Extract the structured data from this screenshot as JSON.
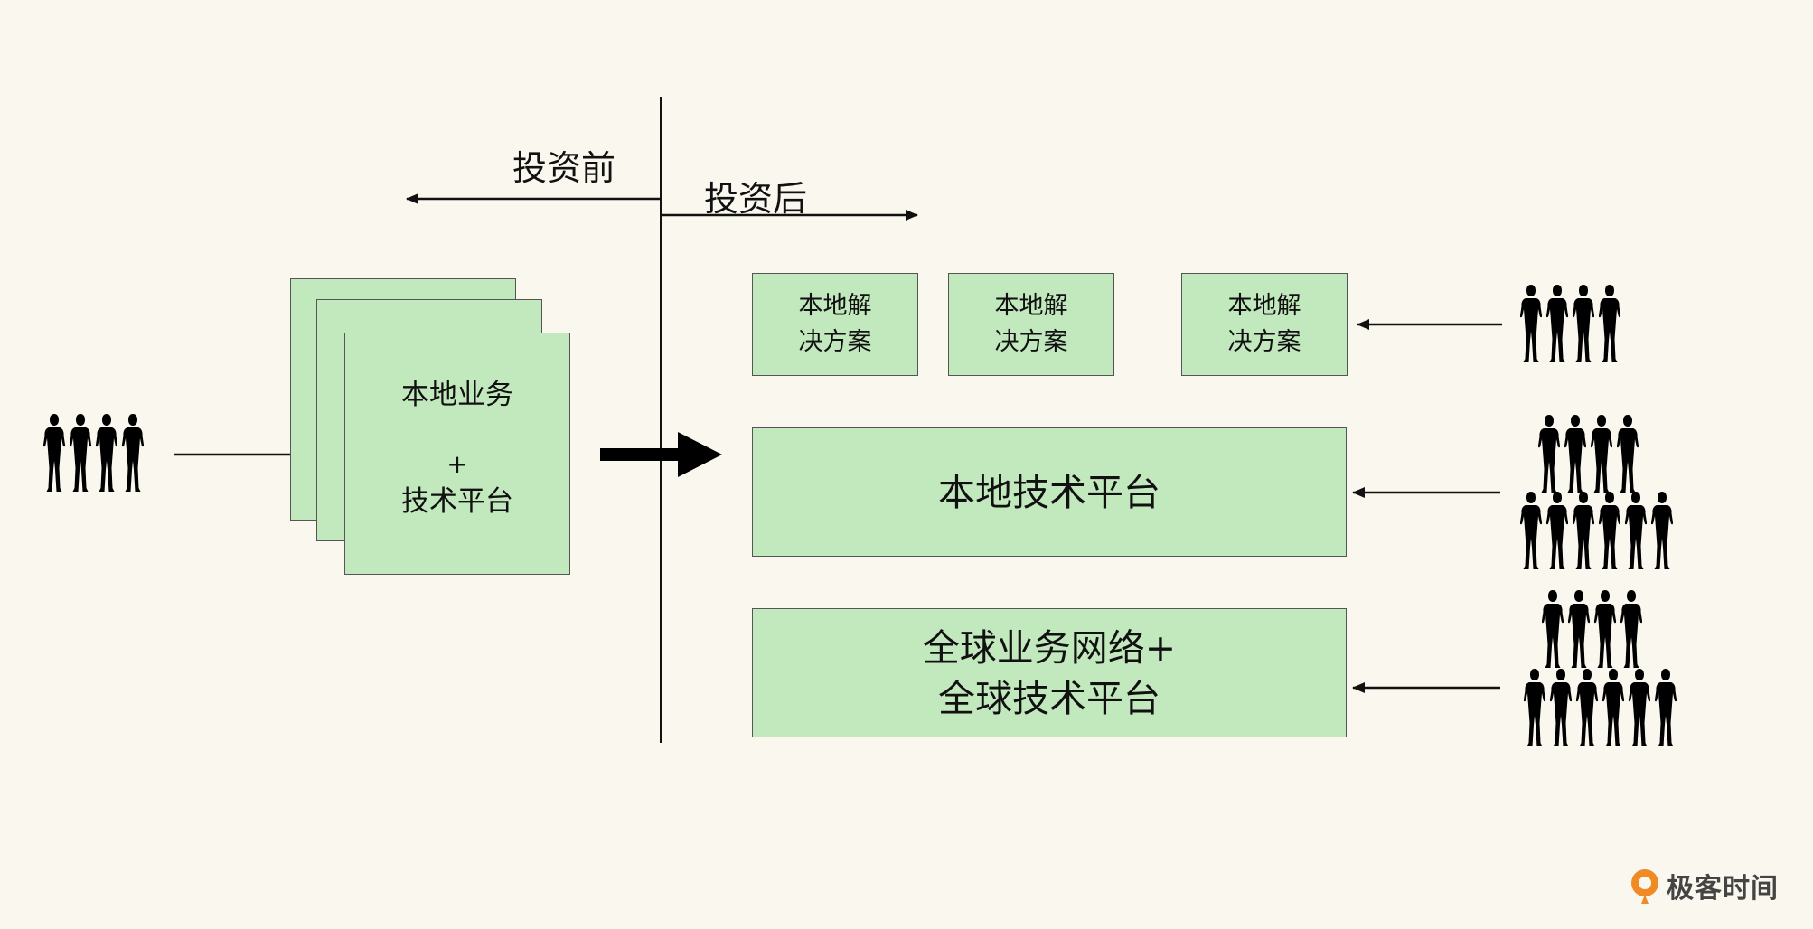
{
  "labels": {
    "before": "投资前",
    "after": "投资后"
  },
  "left_box": {
    "line1": "本地业务",
    "plus": "+",
    "line2": "技术平台"
  },
  "solutions": [
    {
      "line1": "本地解",
      "line2": "决方案"
    },
    {
      "line1": "本地解",
      "line2": "决方案"
    },
    {
      "line1": "本地解",
      "line2": "决方案"
    }
  ],
  "local_platform": "本地技术平台",
  "global_box": {
    "line1": "全球业务网络+",
    "line2": "全球技术平台"
  },
  "logo": {
    "text": "极客时间",
    "accent": "#f08a24"
  },
  "colors": {
    "box_fill": "#c2e8bd",
    "background": "#faf7ee"
  },
  "icons": {
    "people": "person-silhouette-icon",
    "arrows": "arrow-icon"
  }
}
